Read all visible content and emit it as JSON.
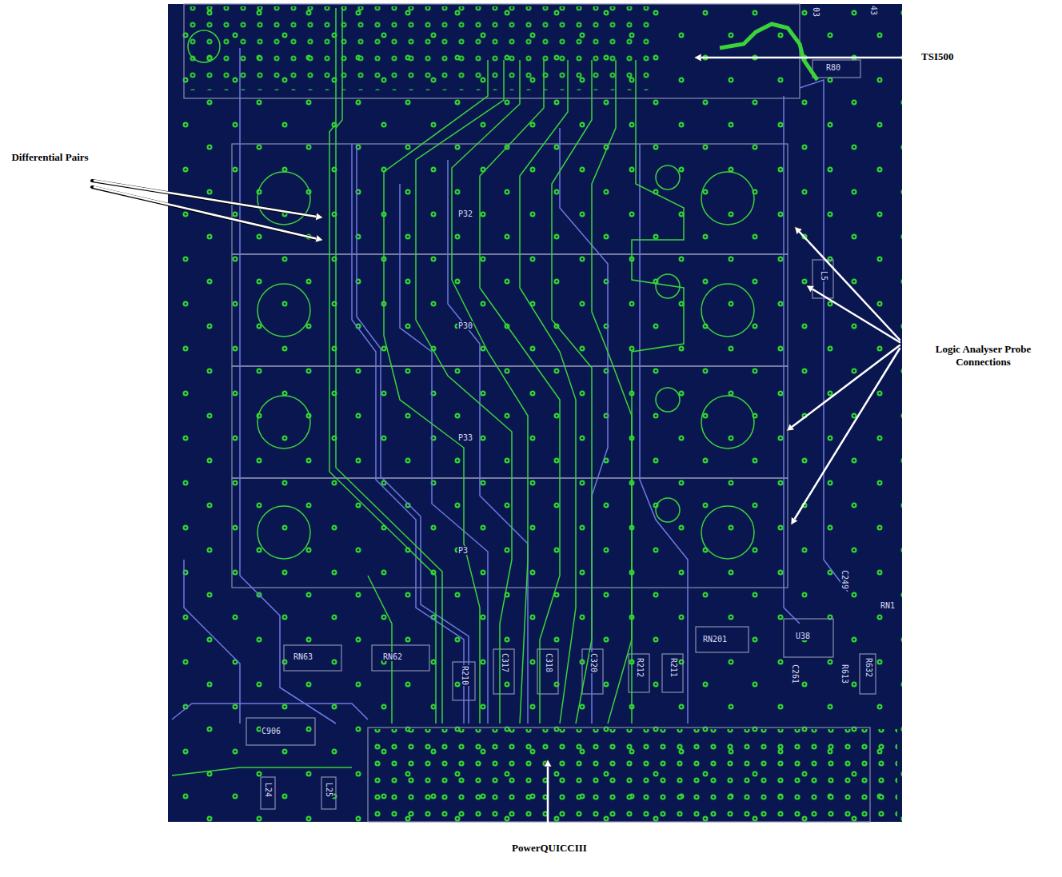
{
  "diagram": {
    "labels": [
      "TSI500",
      "Differential Pairs",
      "Logic Analyser Probe Connections",
      "PowerQUICCIII",
      "R80",
      "03",
      "43",
      "P32",
      "P30",
      "P33",
      "P3",
      "L5",
      "RN63",
      "RN62",
      "R210",
      "C317",
      "C318",
      "C320",
      "R212",
      "R211",
      "RN201",
      "U38",
      "C249",
      "RN1",
      "C906",
      "L24",
      "L25",
      "R632",
      "C261",
      "R613"
    ]
  }
}
